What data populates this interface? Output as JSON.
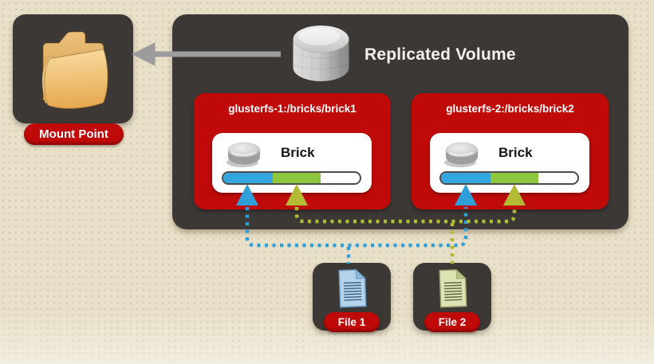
{
  "colors": {
    "background": "#e8e0c9",
    "panel": "#3c3835",
    "red": "#c00a0a",
    "bar_blue": "#34a7e0",
    "bar_green": "#8ec63d",
    "path_blue": "#2f9fd8",
    "path_yellow": "#b3ba33",
    "arrow_gray": "#9c9c9c"
  },
  "volume": {
    "title": "Replicated Volume",
    "icon": "database-cylinder-icon"
  },
  "mount_point": {
    "label": "Mount Point",
    "icon": "folder-icon"
  },
  "bricks": [
    {
      "header": "glusterfs-1:/bricks/brick1",
      "label": "Brick",
      "icon": "disk-cylinder-icon",
      "usage_bar": {
        "segments": [
          {
            "color": "#34a7e0",
            "pct": 36
          },
          {
            "color": "#8ec63d",
            "pct": 35.5
          }
        ]
      }
    },
    {
      "header": "glusterfs-2:/bricks/brick2",
      "label": "Brick",
      "icon": "disk-cylinder-icon",
      "usage_bar": {
        "segments": [
          {
            "color": "#34a7e0",
            "pct": 36
          },
          {
            "color": "#8ec63d",
            "pct": 35.5
          }
        ]
      }
    }
  ],
  "files": [
    {
      "label": "File 1",
      "path_color": "#2f9fd8",
      "icon": "document-icon"
    },
    {
      "label": "File 2",
      "path_color": "#b3ba33",
      "icon": "document-icon"
    }
  ]
}
